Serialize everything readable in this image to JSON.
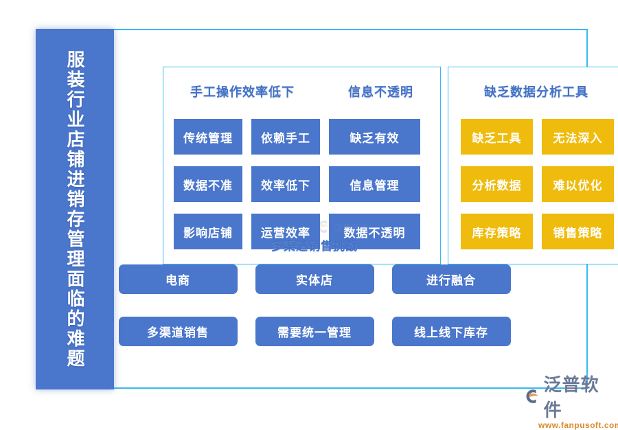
{
  "banner": {
    "title": "服装行业店铺进销存管理面临的难题"
  },
  "panels": {
    "left": {
      "headings": [
        "手工操作效率低下",
        "信息不透明"
      ],
      "cards": [
        "传统管理",
        "依赖手工",
        "缺乏有效",
        "数据不准",
        "效率低下",
        "信息管理",
        "影响店铺",
        "运营效率",
        "数据不透明"
      ]
    },
    "right": {
      "heading": "缺乏数据分析工具",
      "cards": [
        "缺乏工具",
        "无法深入",
        "分析数据",
        "难以优化",
        "库存策略",
        "销售策略"
      ]
    }
  },
  "bottom": {
    "heading": "多渠道销售挑战",
    "cards": [
      "电商",
      "实体店",
      "进行融合",
      "多渠道销售",
      "需要统一管理",
      "线上线下库存"
    ]
  },
  "brand": {
    "name": "泛普软件",
    "url": "www.fanpusoft.com",
    "watermark_text": "泛普软件"
  },
  "colors": {
    "blue": "#4a76cc",
    "orange": "#efbb0c",
    "frame": "#35b9f4",
    "heading": "#4472c4",
    "brand_orange": "#d98b2b"
  }
}
